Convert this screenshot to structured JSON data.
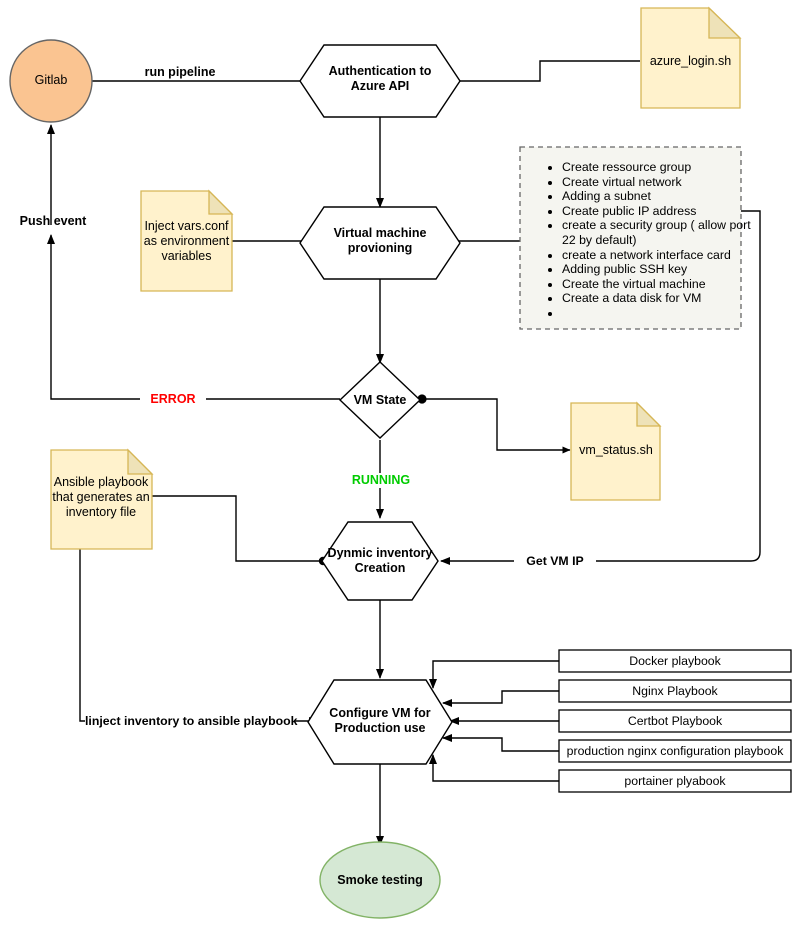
{
  "diagram": {
    "title": "Azure VM provisioning CI/CD pipeline flowchart",
    "colors": {
      "gitlab_fill": "#FAC491",
      "gitlab_stroke": "#666666",
      "note_fill": "#FFF2CC",
      "note_fold": "#EEE2B8",
      "note_stroke": "#D6B656",
      "list_fill": "#F5F5F0",
      "list_stroke": "#666666",
      "smoke_fill": "#D5E8D4",
      "smoke_stroke": "#82B366",
      "node_stroke": "#000000",
      "error_color": "#FF0000",
      "running_color": "#00CC00",
      "line_color": "#000000"
    },
    "nodes": {
      "gitlab": {
        "label": "Gitlab",
        "shape": "circle"
      },
      "auth": {
        "label_line1": "Authentication to",
        "label_line2": "Azure API",
        "shape": "hexagon"
      },
      "vm_provision": {
        "label_line1": "Virtual machine",
        "label_line2": "provioning",
        "shape": "hexagon"
      },
      "vm_state": {
        "label": "VM State",
        "shape": "diamond"
      },
      "dyn_inventory": {
        "label_line1": "Dynmic inventory",
        "label_line2": "Creation",
        "shape": "hexagon"
      },
      "configure_vm": {
        "label_line1": "Configure VM for",
        "label_line2": "Production use",
        "shape": "hexagon"
      },
      "smoke": {
        "label": "Smoke testing",
        "shape": "ellipse"
      }
    },
    "notes": [
      {
        "id": "azure_login",
        "text": "azure_login.sh"
      },
      {
        "id": "inject_vars",
        "line1": "Inject vars.conf",
        "line2": "as environment",
        "line3": "variables"
      },
      {
        "id": "vm_status",
        "text": "vm_status.sh"
      },
      {
        "id": "ansible_playbook",
        "line1": "Ansible playbook",
        "line2": "that generates an",
        "line3": "inventory file"
      }
    ],
    "provision_steps": {
      "items": [
        "Create ressource group",
        "Create virtual network",
        "Adding a subnet",
        "Create public IP address",
        "create a security group ( allow port 22 by default)",
        "create a network interface card",
        "Adding public SSH key",
        "Create the virtual machine",
        "Create a data disk for VM",
        ""
      ]
    },
    "playbooks": [
      {
        "label": "Docker playbook"
      },
      {
        "label": "Nginx Playbook"
      },
      {
        "label": "Certbot Playbook"
      },
      {
        "label": "production nginx configuration playbook"
      },
      {
        "label": "portainer plyabook"
      }
    ],
    "edge_labels": {
      "run_pipeline": "run pipeline",
      "push_event": "Push event",
      "error": "ERROR",
      "running": "RUNNING",
      "get_vm_ip": "Get VM IP",
      "inject_inventory": "linject inventory to ansible playbook"
    }
  }
}
